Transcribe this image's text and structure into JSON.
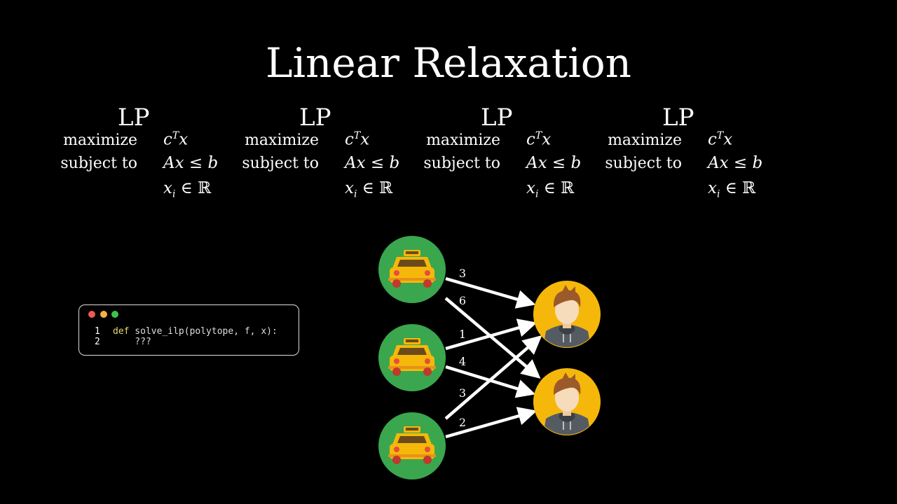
{
  "title": "Linear Relaxation",
  "lp_panels": [
    {
      "heading": "LP",
      "keyword1": "maximize",
      "keyword2": "subject to",
      "objective": "cTx",
      "constraint": "Ax ≤ b",
      "domain": "xi ∈ ℝ"
    },
    {
      "heading": "LP",
      "keyword1": "maximize",
      "keyword2": "subject to",
      "objective": "cTx",
      "constraint": "Ax ≤ b",
      "domain": "xi ∈ ℝ"
    },
    {
      "heading": "LP",
      "keyword1": "maximize",
      "keyword2": "subject to",
      "objective": "cTx",
      "constraint": "Ax ≤ b",
      "domain": "xi ∈ ℝ"
    },
    {
      "heading": "LP",
      "keyword1": "maximize",
      "keyword2": "subject to",
      "objective": "cTx",
      "constraint": "Ax ≤ b",
      "domain": "xi ∈ ℝ"
    }
  ],
  "code": {
    "lines": [
      {
        "num": "1",
        "keyword": "def",
        "text": " solve_ilp(polytope, f, x):"
      },
      {
        "num": "2",
        "keyword": "",
        "text": "    ???"
      }
    ],
    "dot_colors": [
      "#ee5a52",
      "#f5b23c",
      "#3cc448"
    ]
  },
  "graph": {
    "taxis": [
      "taxi-1",
      "taxi-2",
      "taxi-3"
    ],
    "people": [
      "person-1",
      "person-2"
    ],
    "edges": [
      {
        "from": 0,
        "to": 0,
        "weight": "3"
      },
      {
        "from": 0,
        "to": 1,
        "weight": "6"
      },
      {
        "from": 1,
        "to": 0,
        "weight": "1"
      },
      {
        "from": 1,
        "to": 1,
        "weight": "4"
      },
      {
        "from": 2,
        "to": 0,
        "weight": "3"
      },
      {
        "from": 2,
        "to": 1,
        "weight": "2"
      }
    ],
    "colors": {
      "taxi_bg": "#3aa64e",
      "person_bg": "#f5b80a",
      "edge": "#ffffff"
    }
  }
}
